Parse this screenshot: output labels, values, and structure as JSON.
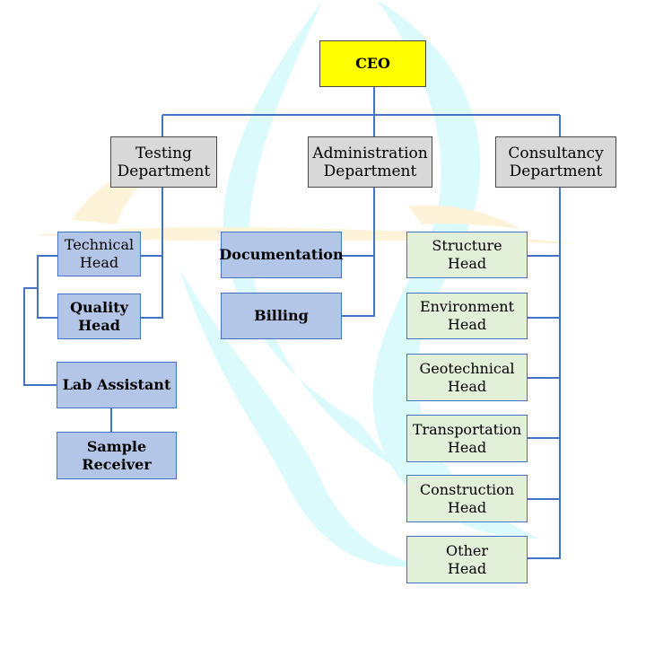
{
  "org_chart": {
    "ceo": "CEO",
    "departments": {
      "testing": "Testing\nDepartment",
      "administration": "Administration\nDepartment",
      "consultancy": "Consultancy\nDepartment"
    },
    "testing_roles": {
      "technical_head": "Technical\nHead",
      "quality_head": "Quality\nHead",
      "lab_assistant": "Lab Assistant",
      "sample_receiver": "Sample\nReceiver"
    },
    "administration_roles": {
      "documentation": "Documentation",
      "billing": "Billing"
    },
    "consultancy_roles": [
      "Structure\nHead",
      "Environment\nHead",
      "Geotechnical\nHead",
      "Transportation\nHead",
      "Construction\nHead",
      "Other\nHead"
    ]
  },
  "colors": {
    "ceo_fill": "#ffff00",
    "department_fill": "#d9d9d9",
    "role_fill": "#b4c6e7",
    "consultancy_role_fill": "#e2efd9",
    "connector": "#4472c4",
    "watermark": "#ccf7f9"
  }
}
